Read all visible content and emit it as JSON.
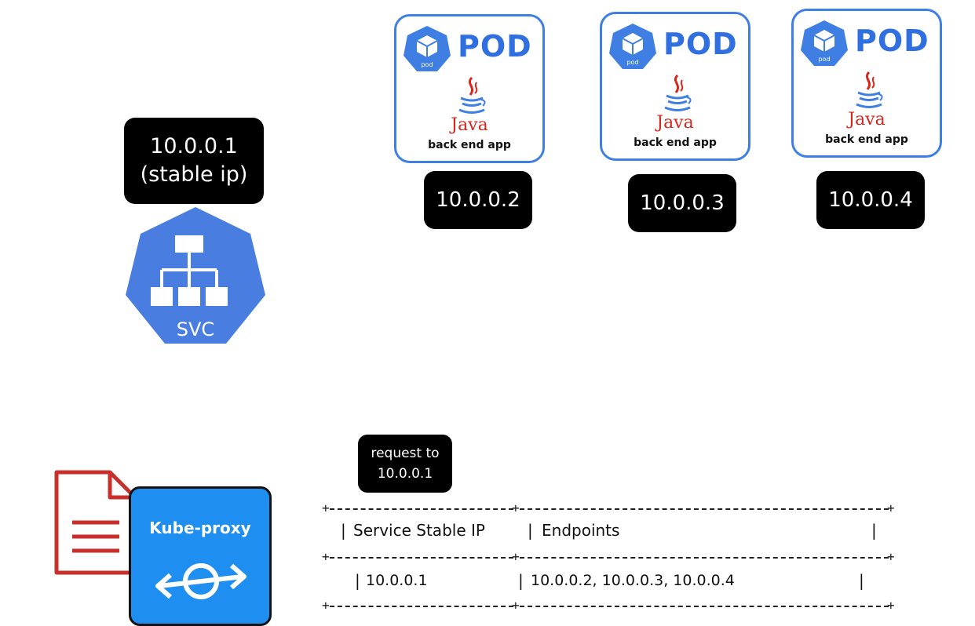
{
  "service": {
    "ip_line1": "10.0.0.1",
    "ip_line2": "(stable ip)",
    "icon_label": "SVC",
    "color": "#4a7de0"
  },
  "pods": [
    {
      "title": "POD",
      "icon_label": "pod",
      "java": "Java",
      "app": "back end app",
      "ip": "10.0.0.2"
    },
    {
      "title": "POD",
      "icon_label": "pod",
      "java": "Java",
      "app": "back end app",
      "ip": "10.0.0.3"
    },
    {
      "title": "POD",
      "icon_label": "pod",
      "java": "Java",
      "app": "back end app",
      "ip": "10.0.0.4"
    }
  ],
  "request": {
    "line1": "request to",
    "line2": "10.0.0.1"
  },
  "kube_proxy": {
    "label": "Kube-proxy",
    "color": "#1e8ff0"
  },
  "table": {
    "headers": [
      "Service Stable IP",
      "Endpoints"
    ],
    "rows": [
      [
        "10.0.0.1",
        "10.0.0.2, 10.0.0.3, 10.0.0.4"
      ]
    ]
  },
  "colors": {
    "pod_border": "#3f7fe3",
    "java_red": "#d9261c",
    "doc_red": "#c9302c"
  }
}
